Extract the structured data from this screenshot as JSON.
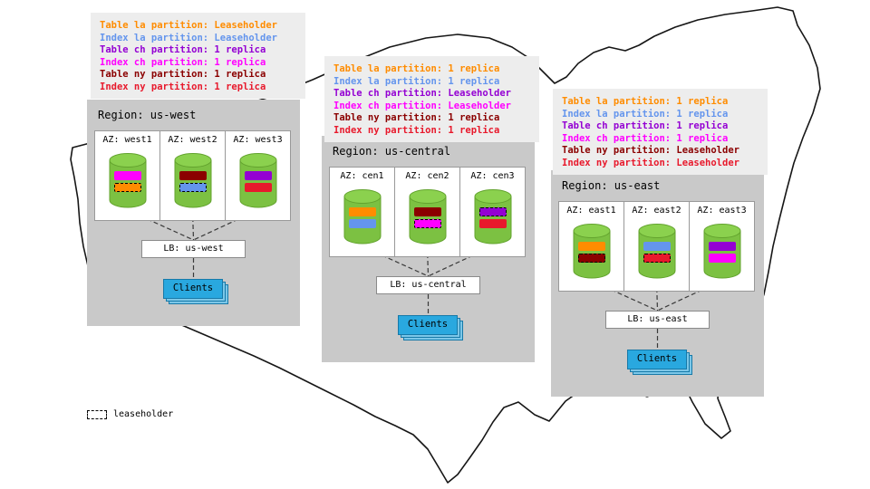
{
  "key": {
    "label": "leaseholder"
  },
  "palette": {
    "cylinder_green": "#7CC142",
    "clients_blue": "#29A8DF",
    "region_gray": "#C9C9C9",
    "legend_gray": "#EDEDED"
  },
  "regions": [
    {
      "title": "Region: us-west",
      "legend": [
        {
          "text": "Table la partition: Leaseholder",
          "color": "#FF8C00"
        },
        {
          "text": "Index la partition: Leaseholder",
          "color": "#6495ED"
        },
        {
          "text": "Table ch partition: 1 replica",
          "color": "#9400D3"
        },
        {
          "text": "Index ch partition: 1 replica",
          "color": "#FF00FF"
        },
        {
          "text": "Table ny partition: 1 replica",
          "color": "#8B0000"
        },
        {
          "text": "Index ny partition: 1 replica",
          "color": "#E8192C"
        }
      ],
      "azs": [
        {
          "label": "AZ: west1",
          "partitions": [
            {
              "partition": "index-ch",
              "color": "#FF00FF",
              "leaseholder": false
            },
            {
              "partition": "table-la",
              "color": "#FF8C00",
              "leaseholder": true
            }
          ]
        },
        {
          "label": "AZ: west2",
          "partitions": [
            {
              "partition": "table-ny",
              "color": "#8B0000",
              "leaseholder": false
            },
            {
              "partition": "index-la",
              "color": "#6495ED",
              "leaseholder": true
            }
          ]
        },
        {
          "label": "AZ: west3",
          "partitions": [
            {
              "partition": "table-ch",
              "color": "#9400D3",
              "leaseholder": false
            },
            {
              "partition": "index-ny",
              "color": "#E8192C",
              "leaseholder": false
            }
          ]
        }
      ],
      "lb": "LB: us-west",
      "clients": "Clients"
    },
    {
      "title": "Region: us-central",
      "legend": [
        {
          "text": "Table la partition: 1 replica",
          "color": "#FF8C00"
        },
        {
          "text": "Index la partition: 1 replica",
          "color": "#6495ED"
        },
        {
          "text": "Table ch partition: Leaseholder",
          "color": "#9400D3"
        },
        {
          "text": "Index ch partition: Leaseholder",
          "color": "#FF00FF"
        },
        {
          "text": "Table ny partition: 1 replica",
          "color": "#8B0000"
        },
        {
          "text": "Index ny partition: 1 replica",
          "color": "#E8192C"
        }
      ],
      "azs": [
        {
          "label": "AZ: cen1",
          "partitions": [
            {
              "partition": "table-la",
              "color": "#FF8C00",
              "leaseholder": false
            },
            {
              "partition": "index-la",
              "color": "#6495ED",
              "leaseholder": false
            }
          ]
        },
        {
          "label": "AZ: cen2",
          "partitions": [
            {
              "partition": "table-ny",
              "color": "#8B0000",
              "leaseholder": false
            },
            {
              "partition": "index-ch",
              "color": "#FF00FF",
              "leaseholder": true
            }
          ]
        },
        {
          "label": "AZ: cen3",
          "partitions": [
            {
              "partition": "table-ch",
              "color": "#9400D3",
              "leaseholder": true
            },
            {
              "partition": "index-ny",
              "color": "#E8192C",
              "leaseholder": false
            }
          ]
        }
      ],
      "lb": "LB: us-central",
      "clients": "Clients"
    },
    {
      "title": "Region: us-east",
      "legend": [
        {
          "text": "Table la partition: 1 replica",
          "color": "#FF8C00"
        },
        {
          "text": "Index la partition: 1 replica",
          "color": "#6495ED"
        },
        {
          "text": "Table ch partition: 1 replica",
          "color": "#9400D3"
        },
        {
          "text": "Index ch partition: 1 replica",
          "color": "#FF00FF"
        },
        {
          "text": "Table ny partition: Leaseholder",
          "color": "#8B0000"
        },
        {
          "text": "Index ny partition: Leaseholder",
          "color": "#E8192C"
        }
      ],
      "azs": [
        {
          "label": "AZ: east1",
          "partitions": [
            {
              "partition": "table-la",
              "color": "#FF8C00",
              "leaseholder": false
            },
            {
              "partition": "table-ny",
              "color": "#8B0000",
              "leaseholder": true
            }
          ]
        },
        {
          "label": "AZ: east2",
          "partitions": [
            {
              "partition": "index-la",
              "color": "#6495ED",
              "leaseholder": false
            },
            {
              "partition": "index-ny",
              "color": "#E8192C",
              "leaseholder": true
            }
          ]
        },
        {
          "label": "AZ: east3",
          "partitions": [
            {
              "partition": "table-ch",
              "color": "#9400D3",
              "leaseholder": false
            },
            {
              "partition": "index-ch",
              "color": "#FF00FF",
              "leaseholder": false
            }
          ]
        }
      ],
      "lb": "LB: us-east",
      "clients": "Clients"
    }
  ]
}
